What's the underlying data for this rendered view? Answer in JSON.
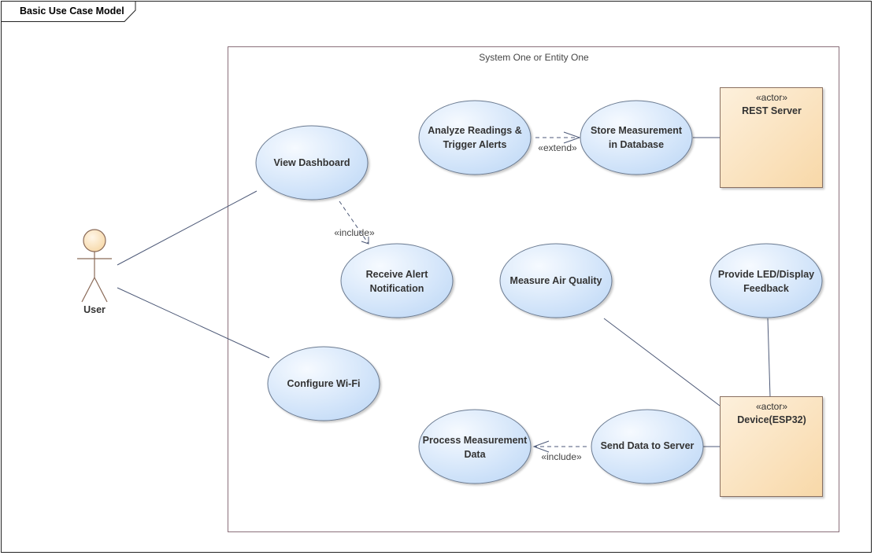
{
  "diagram": {
    "title": "Basic Use Case Model",
    "boundary_label": "System One or Entity One",
    "actor_user": "User",
    "stereotype_actor": "«actor»",
    "rest_server": "REST Server",
    "device": "Device(ESP32)",
    "use_cases": {
      "view_dashboard": [
        "View Dashboard"
      ],
      "receive_alert": [
        "Receive Alert",
        "Notification"
      ],
      "configure_wifi": [
        "Configure Wi-Fi"
      ],
      "analyze": [
        "Analyze Readings &",
        "Trigger Alerts"
      ],
      "store": [
        "Store Measurement",
        "in Database"
      ],
      "measure": [
        "Measure Air Quality"
      ],
      "provide_led": [
        "Provide LED/Display",
        "Feedback"
      ],
      "process": [
        "Process Measurement",
        "Data"
      ],
      "send": [
        "Send Data to Server"
      ]
    },
    "relations": {
      "include_1": "«include»",
      "extend_1": "«extend»",
      "include_2": "«include»"
    }
  },
  "colors": {
    "usecase_fill_light": "#f4f8fe",
    "usecase_fill_dark": "#c6ddf8",
    "usecase_stroke": "#6b7a90",
    "actor_fill": "#fbe6c6",
    "actor_stroke": "#8a7060",
    "line": "#4e5a78"
  }
}
